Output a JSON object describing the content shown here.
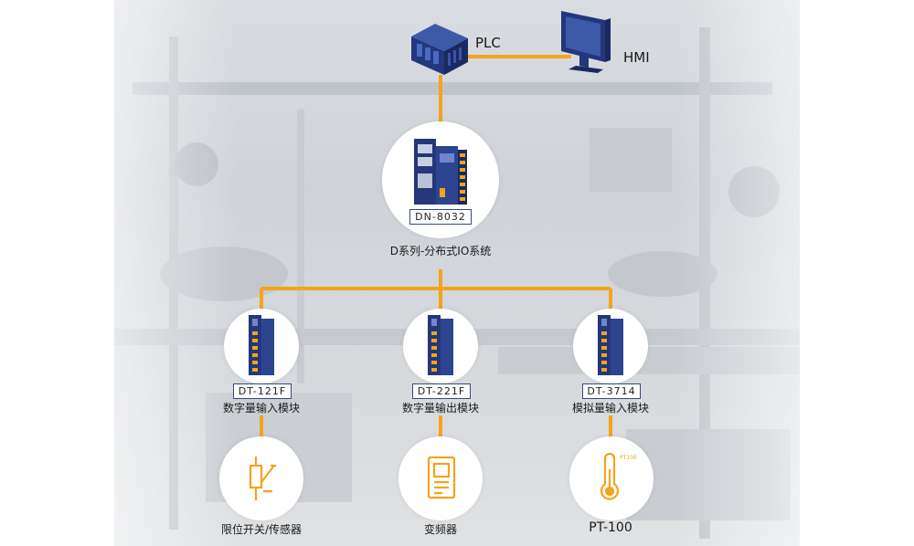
{
  "colors": {
    "connector": "#f5a31a",
    "device_blue": "#23377a",
    "device_blue_light": "#3c5aa8",
    "terminal_orange": "#f5a31a",
    "text": "#1a1a1a"
  },
  "top": {
    "plc_label": "PLC",
    "hmi_label": "HMI",
    "plc_icon": "plc-rack-icon",
    "hmi_icon": "monitor-icon"
  },
  "coupler": {
    "model": "DN-8032",
    "caption": "D系列-分布式IO系统",
    "icon": "coupler-module-icon"
  },
  "modules": [
    {
      "model": "DT-121F",
      "caption": "数字量输入模块",
      "icon": "io-module-icon"
    },
    {
      "model": "DT-221F",
      "caption": "数字量输出模块",
      "icon": "io-module-icon"
    },
    {
      "model": "DT-3714",
      "caption": "模拟量输入模块",
      "icon": "io-module-icon"
    }
  ],
  "endpoints": [
    {
      "caption": "限位开关/传感器",
      "icon": "limit-switch-icon"
    },
    {
      "caption": "变频器",
      "icon": "frequency-inverter-icon"
    },
    {
      "caption": "PT-100",
      "icon": "thermometer-icon",
      "badge": "PT100"
    }
  ]
}
